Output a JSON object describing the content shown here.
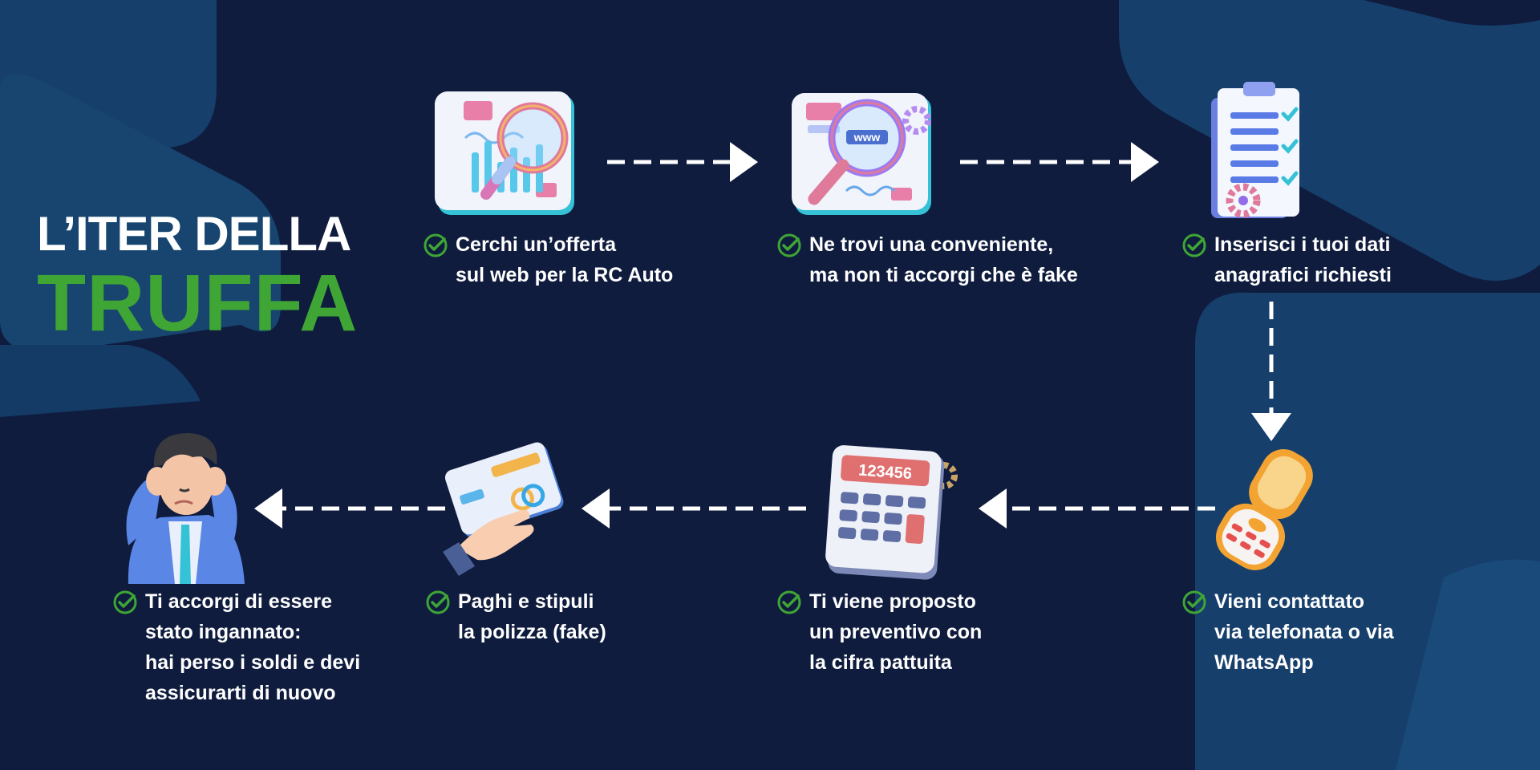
{
  "title": {
    "line1": "L’ITER DELLA",
    "line2": "TRUFFA"
  },
  "colors": {
    "background": "#0f1c3e",
    "accent": "#3fa535",
    "shape": "#163f6c",
    "text": "#ffffff"
  },
  "steps": [
    {
      "icon": "magnifier-chart-icon",
      "lines": [
        "Cerchi un’offerta",
        "sul web per la RC Auto"
      ]
    },
    {
      "icon": "magnifier-www-icon",
      "lines": [
        "Ne trovi una conveniente,",
        "ma non ti accorgi che è fake"
      ]
    },
    {
      "icon": "clipboard-checklist-icon",
      "lines": [
        "Inserisci i tuoi dati",
        "anagrafici richiesti"
      ]
    },
    {
      "icon": "phone-icon",
      "lines": [
        "Vieni contattato",
        "via telefonata o via",
        "WhatsApp"
      ]
    },
    {
      "icon": "calculator-icon",
      "display": "123456",
      "lines": [
        "Ti viene proposto",
        "un preventivo con",
        "la cifra pattuita"
      ]
    },
    {
      "icon": "hand-card-icon",
      "lines": [
        "Paghi e stipuli",
        "la polizza (fake)"
      ]
    },
    {
      "icon": "worried-man-icon",
      "lines": [
        "Ti accorgi di essere",
        "stato ingannato:",
        "hai perso i soldi e devi",
        "assicurarti di nuovo"
      ]
    }
  ]
}
